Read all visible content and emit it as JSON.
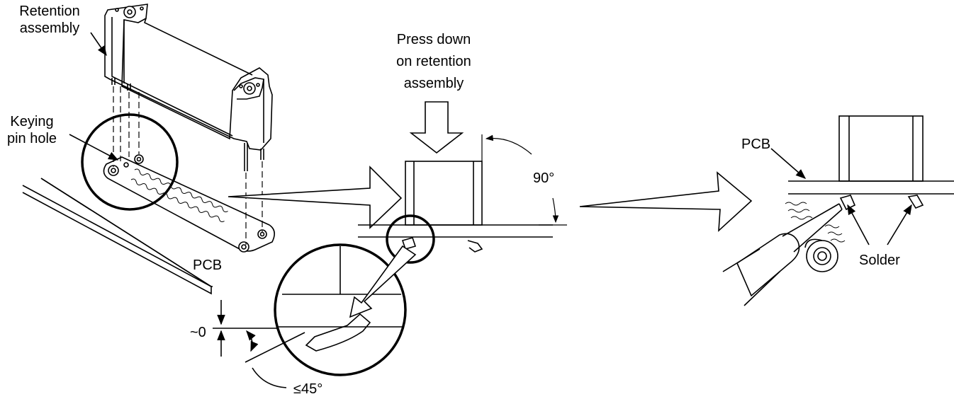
{
  "labels": {
    "retention_assembly": [
      "Retention",
      "assembly"
    ],
    "keying_pin_hole": [
      "Keying",
      "pin hole"
    ],
    "pcb_left": "PCB",
    "press_down": [
      "Press down",
      "on retention",
      "assembly"
    ],
    "angle_90": "90°",
    "approx_zero": "~0",
    "angle_le45": "≤45°",
    "pcb_right": "PCB",
    "solder": "Solder"
  },
  "colors": {
    "line": "#000000",
    "background": "#ffffff"
  }
}
